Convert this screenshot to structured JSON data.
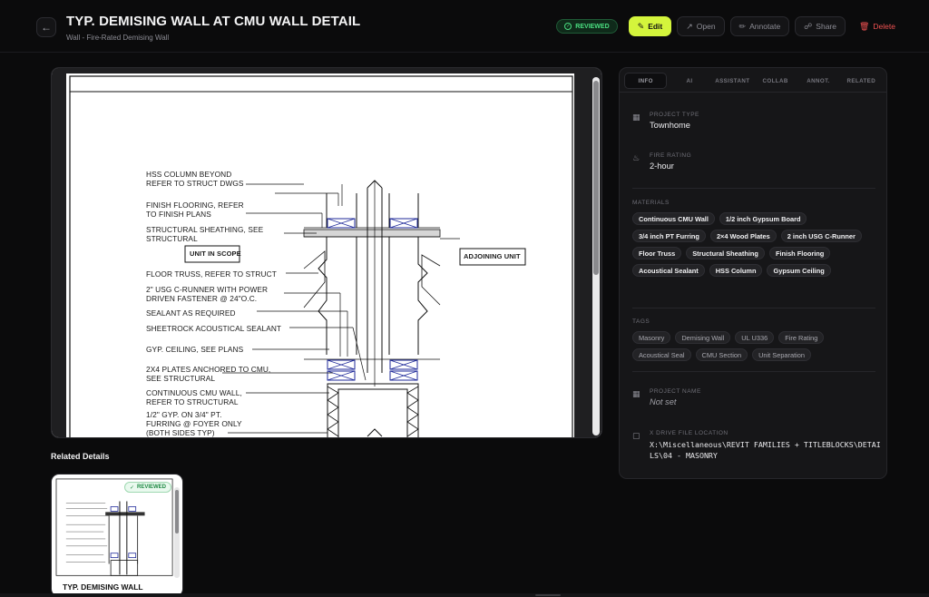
{
  "header": {
    "back_icon": "arrow-left-icon",
    "title": "TYP. DEMISING WALL AT CMU WALL DETAIL",
    "subtitle": "Wall - Fire-Rated Demising Wall",
    "status": "REVIEWED",
    "edit_label": "Edit",
    "open_label": "Open",
    "annotate_label": "Annotate",
    "share_label": "Share",
    "delete_label": "Delete"
  },
  "drawing": {
    "labels": [
      "HSS COLUMN BEYOND",
      "REFER TO STRUCT DWGS",
      "FINISH FLOORING, REFER",
      "TO FINISH PLANS",
      "STRUCTURAL SHEATHING, SEE",
      "STRUCTURAL",
      "FLOOR TRUSS, REFER TO STRUCT",
      "2\" USG C-RUNNER WITH POWER",
      "DRIVEN FASTENER @ 24\"O.C.",
      "SEALANT AS REQUIRED",
      "SHEETROCK ACOUSTICAL SEALANT",
      "GYP. CEILING, SEE PLANS",
      "2X4 PLATES ANCHORED TO CMU,",
      "SEE STRUCTURAL",
      "CONTINUOUS CMU WALL,",
      "REFER TO STRUCTURAL",
      "1/2\" GYP. ON 3/4\" PT.",
      "FURRING @ FOYER ONLY",
      "(BOTH SIDES TYP)"
    ],
    "unit_in_scope": "UNIT IN SCOPE",
    "adjoining_unit": "ADJOINING UNIT"
  },
  "related": {
    "title": "Related Details",
    "card_title": "TYP. DEMISING WALL",
    "card_status": "REVIEWED"
  },
  "panel": {
    "tabs": [
      "INFO",
      "AI",
      "ASSISTANT",
      "COLLAB",
      "ANNOT.",
      "RELATED"
    ],
    "project_type_label": "PROJECT TYPE",
    "project_type": "Townhome",
    "fire_rating_label": "FIRE RATING",
    "fire_rating": "2-hour",
    "materials_label": "MATERIALS",
    "materials": [
      "Continuous CMU Wall",
      "1/2 inch Gypsum Board",
      "3/4 inch PT Furring",
      "2×4 Wood Plates",
      "2 inch USG C-Runner",
      "Floor Truss",
      "Structural Sheathing",
      "Finish Flooring",
      "Acoustical Sealant",
      "HSS Column",
      "Gypsum Ceiling"
    ],
    "tags_label": "TAGS",
    "tags": [
      "Masonry",
      "Demising Wall",
      "UL U336",
      "Fire Rating",
      "Acoustical Seal",
      "CMU Section",
      "Unit Separation"
    ],
    "project_name_label": "PROJECT NAME",
    "project_name": "Not set",
    "file_location_label": "X DRIVE FILE LOCATION",
    "file_location": "X:\\Miscellaneous\\REVIT FAMILIES + TITLEBLOCKS\\DETAILS\\04 - MASONRY"
  }
}
